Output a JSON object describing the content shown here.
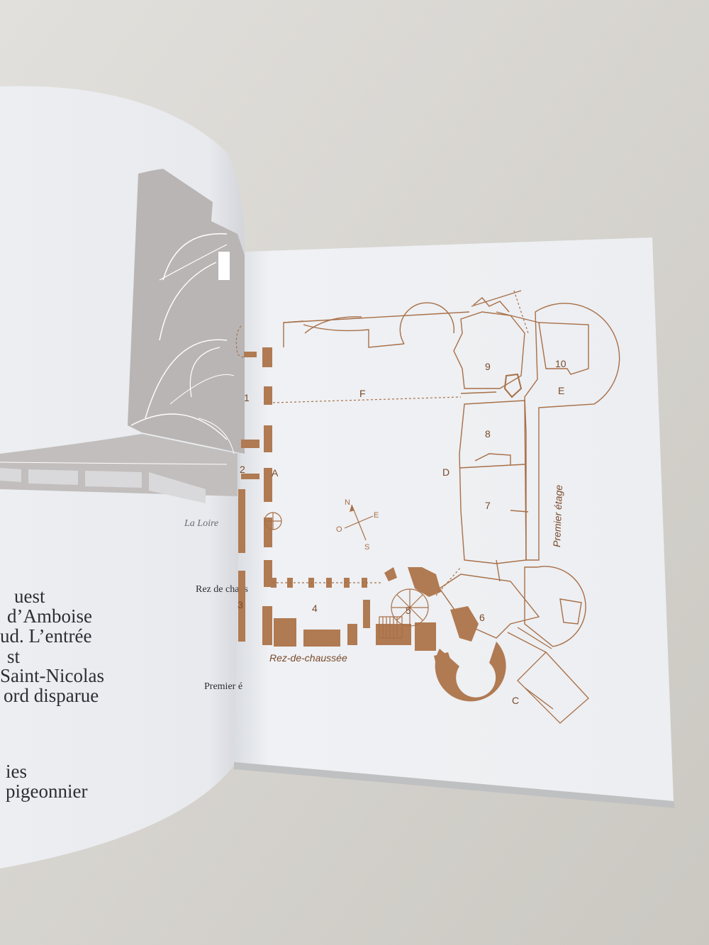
{
  "left_page": {
    "river_label": "La Loire",
    "legend_lines": [
      "uest",
      "d’Amboise",
      "ud. L’entrée",
      "st",
      "Saint-Nicolas",
      "ord disparue",
      "ies",
      "pigeonnier"
    ],
    "cut_label_1": "Rez de chaus",
    "cut_label_2": "Premier é"
  },
  "right_page": {
    "plan_labels": {
      "n1": "1",
      "n2": "2",
      "n3": "3",
      "n4": "4",
      "n5": "5",
      "n6": "6",
      "n7": "7",
      "n8": "8",
      "n9": "9",
      "n10": "10",
      "A": "A",
      "C": "C",
      "D": "D",
      "E": "E",
      "F": "F"
    },
    "compass": {
      "n": "N",
      "e": "E",
      "s": "S",
      "o": "O"
    },
    "ground_floor_caption": "Rez-de-chaussée",
    "first_floor_caption": "Premier étage"
  },
  "colors": {
    "plan_fill": "#b07a52",
    "plan_line": "#a86f47",
    "page": "#eef0f3",
    "background": "#d8d6d1"
  }
}
